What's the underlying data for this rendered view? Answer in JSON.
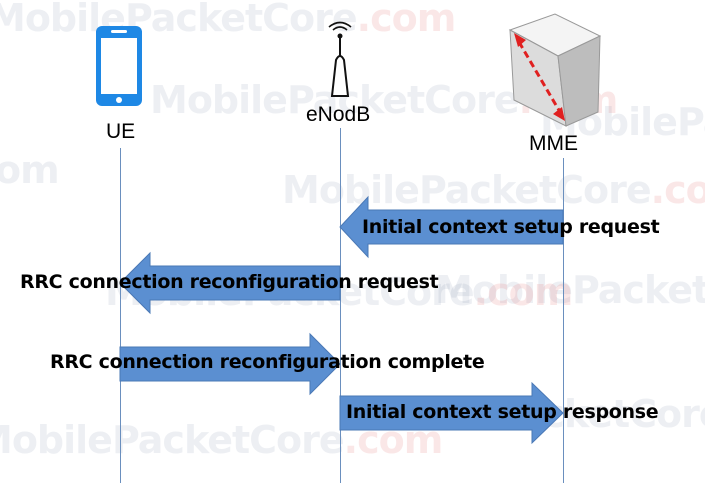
{
  "watermark": {
    "text_main": "MobilePacketCore",
    "text_suffix": ".com"
  },
  "nodes": [
    {
      "id": "ue",
      "label": "UE",
      "icon": "smartphone-icon"
    },
    {
      "id": "enodeb",
      "label": "eNodB",
      "icon": "antenna-icon"
    },
    {
      "id": "mme",
      "label": "MME",
      "icon": "server-icon"
    }
  ],
  "messages": [
    {
      "from": "MME",
      "to": "eNodB",
      "label": "Initial context setup request"
    },
    {
      "from": "eNodB",
      "to": "UE",
      "label": "RRC connection reconfiguration request"
    },
    {
      "from": "UE",
      "to": "eNodB",
      "label": "RRC connection reconfiguration complete"
    },
    {
      "from": "eNodB",
      "to": "MME",
      "label": "Initial context setup response"
    }
  ],
  "colors": {
    "arrow_fill": "#5b8fd1",
    "arrow_stroke": "#4a78b5",
    "phone": "#1e88e5",
    "lifeline": "#6a8fbe",
    "mme_arrow": "#e02020"
  }
}
